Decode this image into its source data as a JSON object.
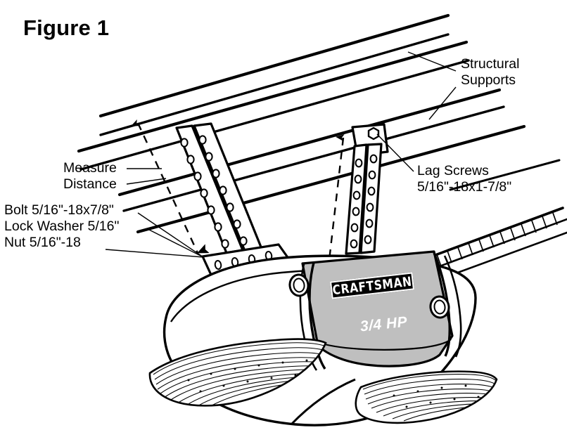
{
  "figure": {
    "title": "Figure 1",
    "background_color": "#ffffff",
    "ink_color": "#000000",
    "panel_gray": "#bfbfbf"
  },
  "callouts": {
    "structural_supports": {
      "line1": "Structural",
      "line2": "Supports"
    },
    "measure_distance": {
      "line1": "Measure",
      "line2": "Distance"
    },
    "lag_screws": {
      "line1": "Lag Screws",
      "line2": "5/16\"-18x1-7/8\""
    },
    "fasteners": {
      "line1": "Bolt 5/16\"-18x7/8\"",
      "line2": "Lock Washer 5/16\"",
      "line3": "Nut 5/16\"-18"
    }
  },
  "product": {
    "brand_logo": "CRAFTSMAN",
    "horsepower_badge": "3/4 HP"
  },
  "diagram_parts": {
    "ceiling_joists": "structural-support-joists",
    "left_bracket": "perforated-angle-bracket-left",
    "right_bracket": "perforated-angle-bracket-right",
    "mounting_plate": "opener-mounting-plate",
    "rail": "opener-drive-rail",
    "opener_body": "garage-door-opener-housing",
    "light_lens_left": "light-lens-cover-left",
    "light_lens_right": "light-lens-cover-right",
    "vent_grille_left": "vent-grille-left",
    "vent_grille_right": "vent-grille-right",
    "dimension_line_left": "measure-distance-dimension-left",
    "dimension_line_right": "measure-distance-dimension-right"
  }
}
